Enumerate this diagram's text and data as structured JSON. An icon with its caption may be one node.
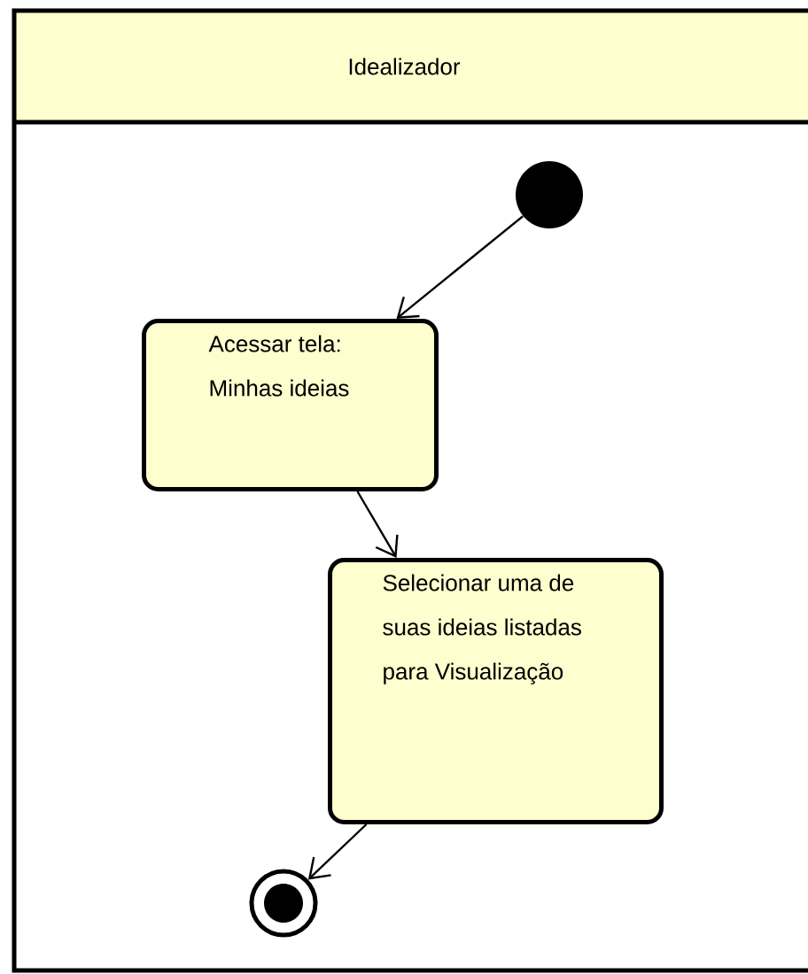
{
  "diagram": {
    "nodes": [
      {
        "text": [
          "Idealizador"
        ]
      },
      {
        "text": [],
        "shape": "circle",
        "in": 0
      },
      {
        "text": [
          "Acessar tela: Minhas ideias"
        ],
        "in": 0
      },
      {
        "text": [
          "Selecionar uma de suas ideias listadas para Visualização"
        ],
        "in": 0
      },
      {
        "text": [],
        "shape": "circle",
        "in": 0
      }
    ],
    "edges": [
      {
        "from": 1,
        "to": 2,
        "arrow": "to"
      },
      {
        "from": 2,
        "to": 3,
        "arrow": "to"
      },
      {
        "from": 3,
        "to": 4,
        "arrow": "to"
      }
    ]
  }
}
